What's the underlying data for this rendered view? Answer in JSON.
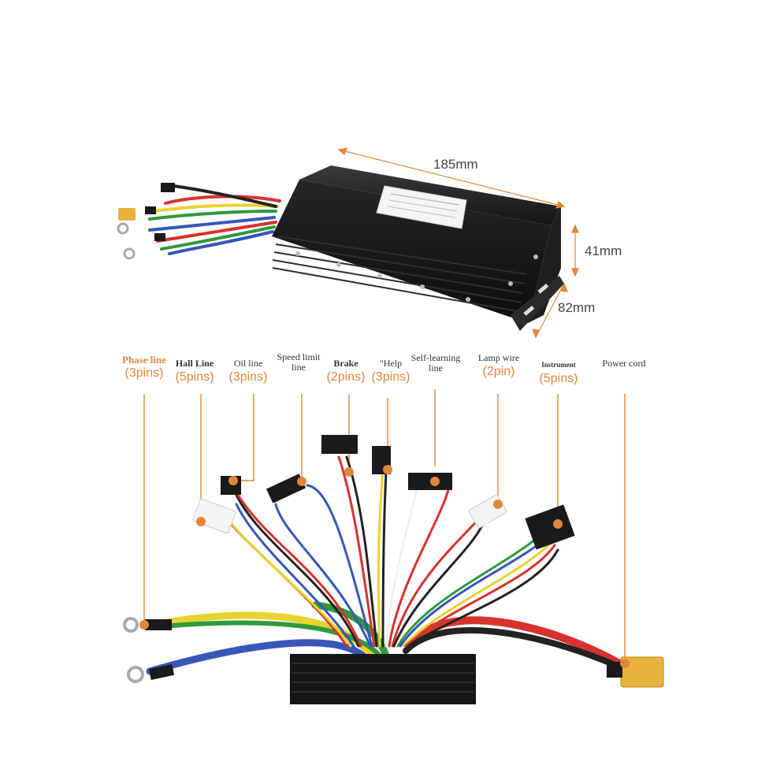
{
  "dimensions": {
    "length": "185mm",
    "height": "41mm",
    "width": "82mm"
  },
  "labels": [
    {
      "key": "phase",
      "name": "Phase line",
      "pins": "(3pins)"
    },
    {
      "key": "hall",
      "name": "Hall Line",
      "pins": "(5pins)"
    },
    {
      "key": "oil",
      "name": "Oil line",
      "pins": "(3pins)"
    },
    {
      "key": "speed",
      "name": "Speed limit line",
      "pins": ""
    },
    {
      "key": "brake",
      "name": "Brake",
      "pins": "(2pins)"
    },
    {
      "key": "help",
      "name": "\"Help",
      "pins": "(3pins)"
    },
    {
      "key": "self",
      "name": "Self-learning line",
      "pins": ""
    },
    {
      "key": "lamp",
      "name": "Lamp wire",
      "pins": "(2pin)"
    },
    {
      "key": "instrument",
      "name": "Instrument",
      "pins": "(5pins)"
    },
    {
      "key": "power",
      "name": "Power cord",
      "pins": ""
    }
  ],
  "colors": {
    "accent": "#e0873a",
    "controller_body": "#1c1c1c",
    "wire_red": "#d8322e",
    "wire_yellow": "#e8d330",
    "wire_green": "#2f9a3c",
    "wire_blue": "#3856b8",
    "wire_black": "#222222",
    "xt60_connector": "#e8b23c"
  }
}
